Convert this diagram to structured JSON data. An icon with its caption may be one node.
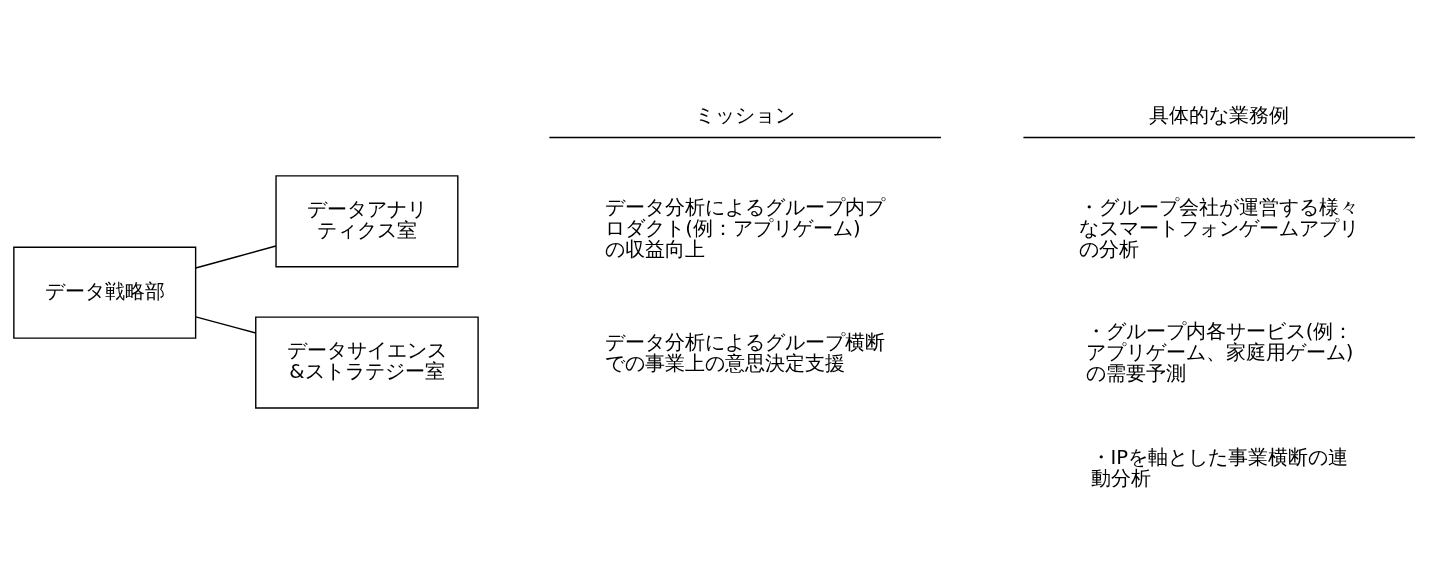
{
  "diagram": {
    "nodes": [
      {
        "text": [
          "データ戦略部"
        ]
      },
      {
        "text": [
          "データアナリティクス室"
        ]
      },
      {
        "text": [
          "データサイエンス&ストラテジー室"
        ]
      }
    ],
    "edges": [
      {
        "from": 0,
        "to": 1,
        "arrow": "none"
      },
      {
        "from": 0,
        "to": 2,
        "arrow": "none"
      }
    ],
    "labels": [
      "ミッション",
      "具体的な業務例",
      "データ分析によるグループ内プロダクト(例：アプリゲーム)の収益向上",
      "・グループ会社が運営する様々なスマートフォンゲームアプリの分析",
      "データ分析によるグループ横断での事業上の意思決定支援",
      "・グループ内各サービス(例：アプリゲーム、家庭用ゲーム)の需要予測",
      "・IPを軸とした事業横断の連動分析"
    ]
  }
}
